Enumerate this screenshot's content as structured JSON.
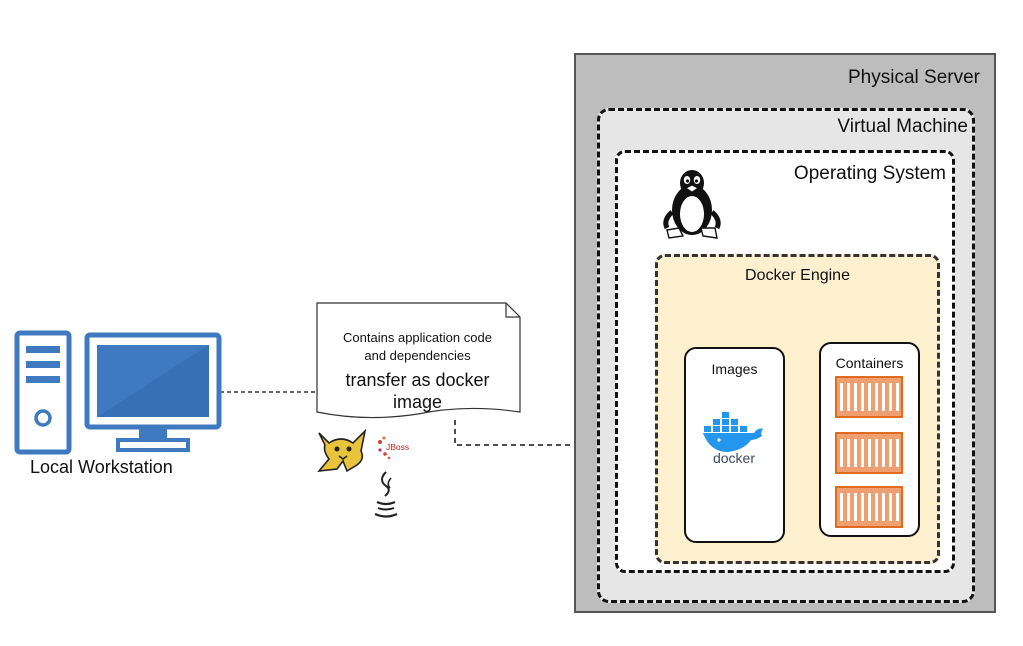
{
  "labels": {
    "physical_server": "Physical Server",
    "virtual_machine": "Virtual Machine",
    "operating_system": "Operating System",
    "docker_engine": "Docker Engine",
    "images": "Images",
    "containers": "Containers",
    "local_workstation": "Local Workstation",
    "note_line1": "Contains application code",
    "note_line2": "and dependencies",
    "note_line3": "transfer as docker",
    "note_line4": "image",
    "docker_logo_text": "docker",
    "jboss_logo_text": "JBoss"
  },
  "colors": {
    "workstation_blue": "#3f79bf",
    "docker_blue": "#2496ed",
    "container_orange": "#f0a070",
    "engine_fill": "#fcf0cf"
  },
  "icons": [
    "computer-tower-icon",
    "monitor-icon",
    "linux-tux-icon",
    "docker-whale-icon",
    "tomcat-icon",
    "jboss-icon",
    "java-icon",
    "shipping-container-icon"
  ]
}
